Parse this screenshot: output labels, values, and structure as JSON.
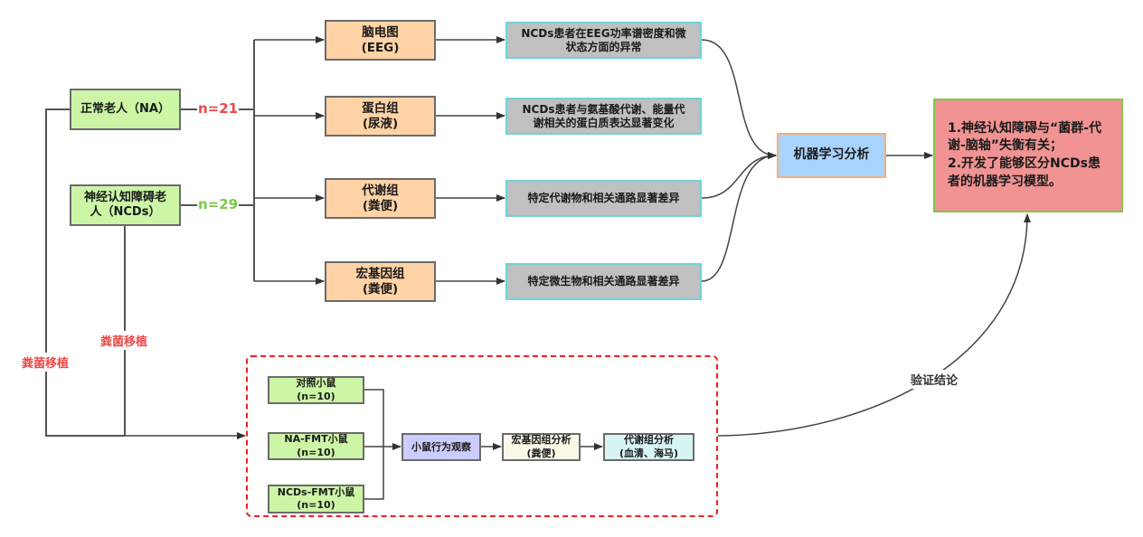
{
  "subjects": {
    "na": {
      "label": "正常老人（NA）",
      "n": "n=21"
    },
    "ncds": {
      "line1": "神经认知障碍老",
      "line2": "人（NCDs）",
      "n": "n=29"
    }
  },
  "omics": [
    {
      "title": "脑电图",
      "subtitle": "(EEG)",
      "finding_line1": "NCDs患者在EEG功率谱密度和微",
      "finding_line2": "状态方面的异常"
    },
    {
      "title": "蛋白组",
      "subtitle": "(尿液)",
      "finding_line1": "NCDs患者与氨基酸代谢、能量代",
      "finding_line2": "谢相关的蛋白质表达显著变化"
    },
    {
      "title": "代谢组",
      "subtitle": "(粪便)",
      "finding_line1": "特定代谢物和相关通路显著差异",
      "finding_line2": ""
    },
    {
      "title": "宏基因组",
      "subtitle": "(粪便)",
      "finding_line1": "特定微生物和相关通路显著差异",
      "finding_line2": ""
    }
  ],
  "ml_analysis": "机器学习分析",
  "result": {
    "line1": "1.神经认知障碍与“菌群-代",
    "line2": "谢-脑轴”失衡有关；",
    "line3": "2.开发了能够区分NCDs患",
    "line4": "者的机器学习模型。"
  },
  "fmt_label": "粪菌移植",
  "verify_label": "验证结论",
  "mouse_groups": [
    {
      "name": "对照小鼠",
      "n": "(n=10)"
    },
    {
      "name": "NA-FMT小鼠",
      "n": "(n=10)"
    },
    {
      "name": "NCDs-FMT小鼠",
      "n": "(n=10)"
    }
  ],
  "mouse_pipeline": {
    "behavior": "小鼠行为观察",
    "metagenome": {
      "title": "宏基因组分析",
      "sub": "(粪便)"
    },
    "metabolome": {
      "title": "代谢组分析",
      "sub": "(血清、海马)"
    }
  },
  "colors": {
    "na_count": "#ec4a4a",
    "ncds_count": "#7cc94a",
    "fmt_label": "#ec4a4a",
    "dashed_border": "#ee2222"
  }
}
